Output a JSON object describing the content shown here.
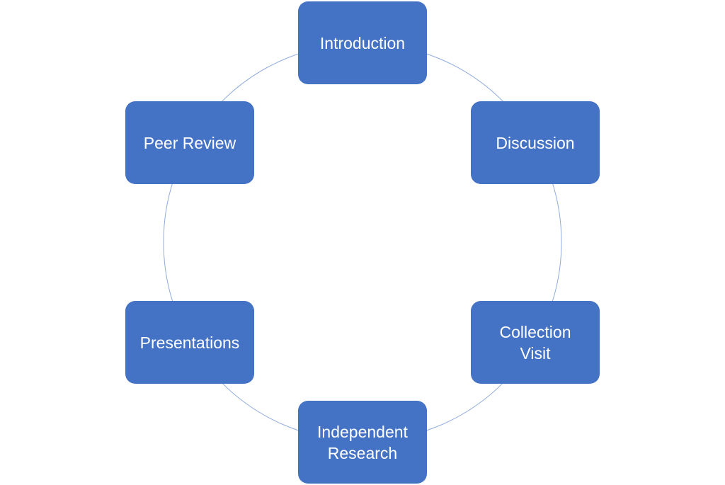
{
  "diagram": {
    "type": "cycle",
    "nodes": [
      {
        "id": "introduction",
        "label": "Introduction"
      },
      {
        "id": "discussion",
        "label": "Discussion"
      },
      {
        "id": "collection-visit",
        "label": "Collection\nVisit"
      },
      {
        "id": "independent-research",
        "label": "Independent\nResearch"
      },
      {
        "id": "presentations",
        "label": "Presentations"
      },
      {
        "id": "peer-review",
        "label": "Peer Review"
      }
    ],
    "colors": {
      "node_fill": "#4472C4",
      "ring_stroke": "#8FAADC",
      "label_text": "#FFFFFF"
    }
  }
}
